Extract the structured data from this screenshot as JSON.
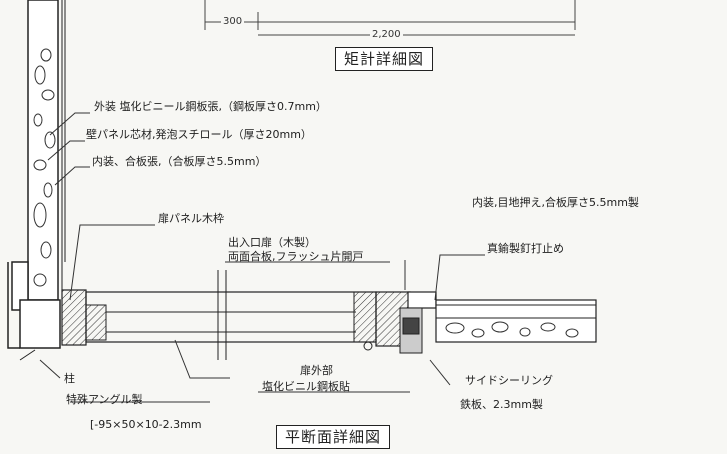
{
  "titles": {
    "section": "矩計詳細図",
    "plan": "平断面詳細図"
  },
  "dimensions": {
    "d300": "300",
    "d2200": "2,200"
  },
  "labels": {
    "exterior": "外装 塩化ビニール鋼板張,（鋼板厚さ0.7mm）",
    "core": "壁パネル芯材,発泡スチロール（厚さ20mm）",
    "interior": "内装、合板張,（合板厚さ5.5mm）",
    "door_frame": "扉パネル木枠",
    "door": "出入口扉（木製）",
    "door_desc": "両面合板,フラッシュ片開戸",
    "interior_joint": "内装,目地押え,合板厚さ5.5mm製",
    "nail": "真鍮製釘打止め",
    "column": "柱",
    "special_angle": "特殊アングル製",
    "angle_spec": "[-95×50×10-2.3mm",
    "door_exterior": "扉外部",
    "door_exterior_desc": "塩化ビニル鋼板貼",
    "side_sealing": "サイドシーリング",
    "steel_plate": "鉄板、2.3mm製"
  }
}
